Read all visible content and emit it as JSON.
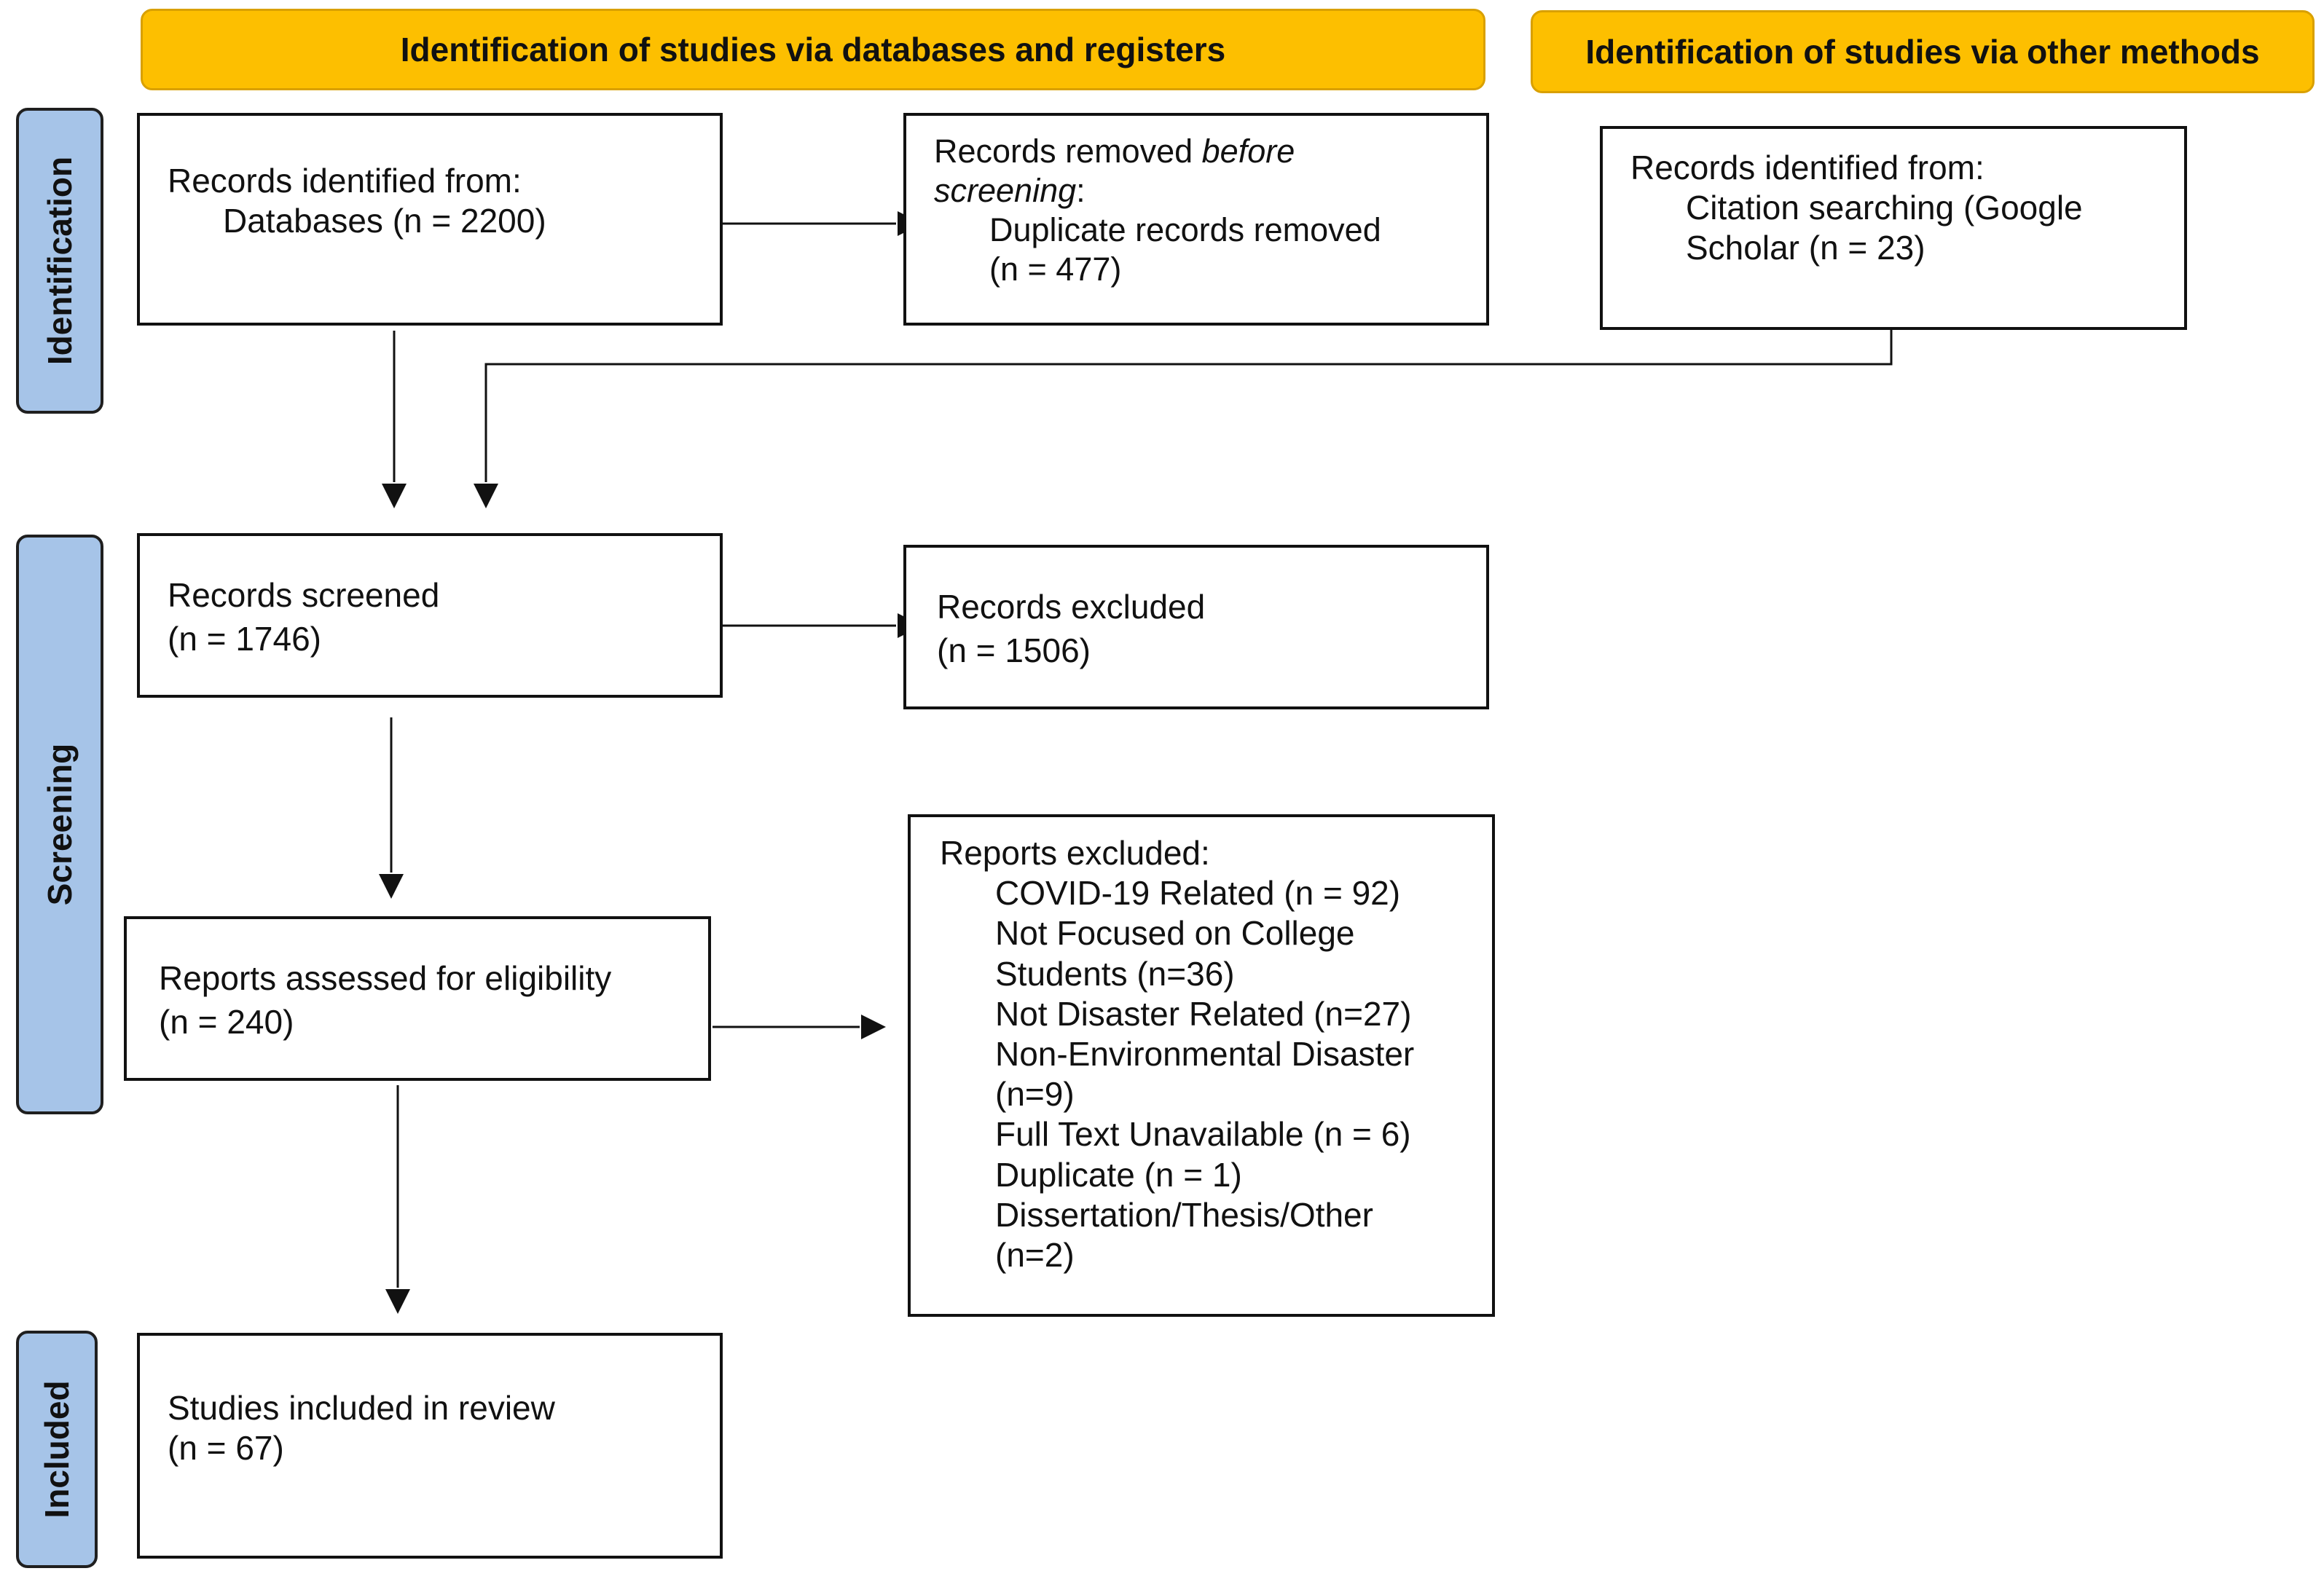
{
  "headers": {
    "databases": "Identification of studies via databases and registers",
    "other": "Identification of studies via other methods"
  },
  "stages": {
    "identification": "Identification",
    "screening": "Screening",
    "included": "Included"
  },
  "boxes": {
    "db_records": {
      "label": "Records identified from:",
      "detail": "Databases (n = 2200)"
    },
    "removed": {
      "prefix": "Records removed ",
      "italic1": "before",
      "italic2": "screening",
      "suffix": ":",
      "detail1": "Duplicate records removed",
      "detail2": "(n = 477)"
    },
    "other_records": {
      "label": "Records identified from:",
      "detail1": "Citation searching (Google",
      "detail2": "Scholar (n = 23)"
    },
    "screened": {
      "label": "Records screened",
      "count": "(n = 1746)"
    },
    "excluded": {
      "label": "Records excluded",
      "count": "(n = 1506)"
    },
    "assessed": {
      "label": "Reports assessed for eligibility",
      "count": "(n = 240)"
    },
    "reports_excluded": {
      "label": "Reports excluded:",
      "lines": [
        "COVID-19 Related (n = 92)",
        "Not Focused on College",
        "Students (n=36)",
        "Not Disaster Related (n=27)",
        "Non-Environmental Disaster",
        "(n=9)",
        "Full Text Unavailable (n = 6)",
        "Duplicate (n = 1)",
        "Dissertation/Thesis/Other",
        "(n=2)"
      ]
    },
    "included": {
      "label": "Studies included in review",
      "count": "(n = 67)"
    }
  },
  "colors": {
    "header_fill": "#FDBF00",
    "stage_fill": "#A6C4E8",
    "line": "#111111"
  }
}
